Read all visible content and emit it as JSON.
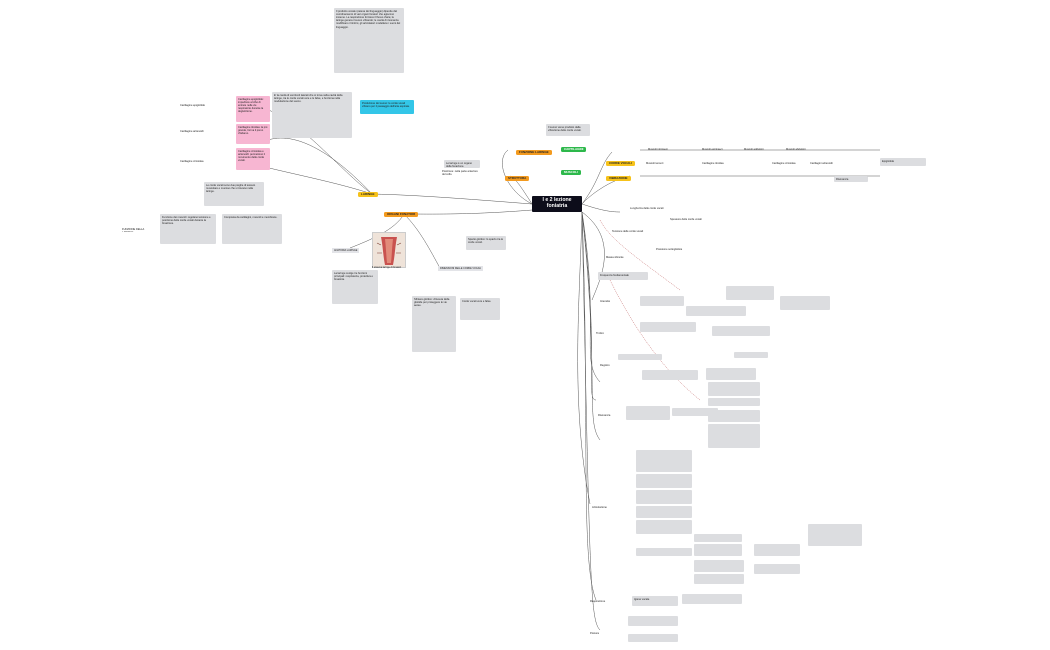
{
  "central": {
    "line1": "I e 2 lezione",
    "line2": "foniatria"
  },
  "branches": {
    "organi_fonatori": "ORGANI FONATORI",
    "laringe": "LARINGE",
    "cartilagini": "CARTILAGINI",
    "muscoli": "MUSCOLI",
    "corde_vocali": "CORDE VOCALI",
    "funzione_laringe": "FUNZIONE LARINGE",
    "struttura": "STRUTTURA",
    "vibrazione": "VIBRAZIONE",
    "dimensioni": "DIMENSIONI DELLE CORDE VOCALI",
    "anatomia": "ANATOMIA LARINGE"
  },
  "image": {
    "caption": "Il sistema laringe di fonatori"
  },
  "notes": {
    "top_center": "Il prodotto vocale (catena del linguaggio) dipende dal coordinamento di vari organi fonatori che agiscono insieme. La respirazione fornisce il flusso d'aria; la laringe genera il suono vibrando; le cavità di risonanza modificano il timbro; gli articolatori modellano i suoni del linguaggio.",
    "top_left_1": "E' la cavità di ventricoli laterali che si trova nella cavità della laringe, tra le corde vocali vere e le false, e funziona nella modulazione del suono.",
    "blue_note": "Produzione del suono: le corde vocali vibrano per il passaggio dell'aria espirata.",
    "left_a": "Le laringe è un organo della fonazione.",
    "left_b": "Posizione: nella parte anteriore del collo.",
    "left_c": "Composta da cartilagini, muscoli e membrane.",
    "pink_1": "Cartilagine epiglottide: impedisce al cibo di entrare nelle vie respiratorie durante la deglutizione.",
    "pink_2": "Cartilagine tiroidea: la più grande, forma il pomo d'Adamo.",
    "pink_3": "Cartilagine cricoidea e aritenoidi: permettono il movimento delle corde vocali.",
    "mid_left": "Le corde vocali sono due pieghe di tessuto muscolare e mucoso che si trovano nella laringe.",
    "far_left_1": "Cartilagine epiglottide",
    "far_left_2": "Cartilagine aritenoidi",
    "far_left_3": "Cartilagine cricoidea",
    "bottom_left_1": "Funzione dei muscoli: regolano tensione e posizione delle corde vocali durante la fonazione.",
    "bottom_left_2": "FUNZIONE DELLA LARINGE",
    "under_img": "La laringe svolge tre funzioni principali: respiratoria, protettiva e fonatoria.",
    "sphinx": "Sfintere glottico: chiusura della glottide per proteggere le vie aeree.",
    "center_notes_1": "Corde vocali vere e false.",
    "center_notes_2": "Spazio glottico: lo spazio tra le corde vocali.",
    "right_top": "Il suono viene prodotto dalla vibrazione delle corde vocali.",
    "r1": "Muscoli intrinseci",
    "r2": "Muscoli estrinseci",
    "r3": "Muscoli adduttori",
    "r4": "Muscoli abduttori",
    "r5": "Muscoli tensori",
    "r6": "Cartilagine tiroidea",
    "r7": "Cartilagine cricoidea",
    "r8": "Cartilagini aritenoidi",
    "r9": "Epiglottide",
    "list_1": "Lunghezza delle corde vocali",
    "list_2": "Spessore delle corde vocali",
    "list_3": "Tensione delle corde vocali",
    "list_4": "Massa vibrante",
    "list_5": "Pressione sottoglottica",
    "list_6": "Frequenza fondamentale",
    "list_7": "Intensità",
    "list_8": "Timbro",
    "list_9": "Registro",
    "list_10": "Risonanza",
    "list_11": "Articolazione",
    "list_12": "Respirazione",
    "list_13": "Postura",
    "list_14": "Igiene vocale"
  }
}
